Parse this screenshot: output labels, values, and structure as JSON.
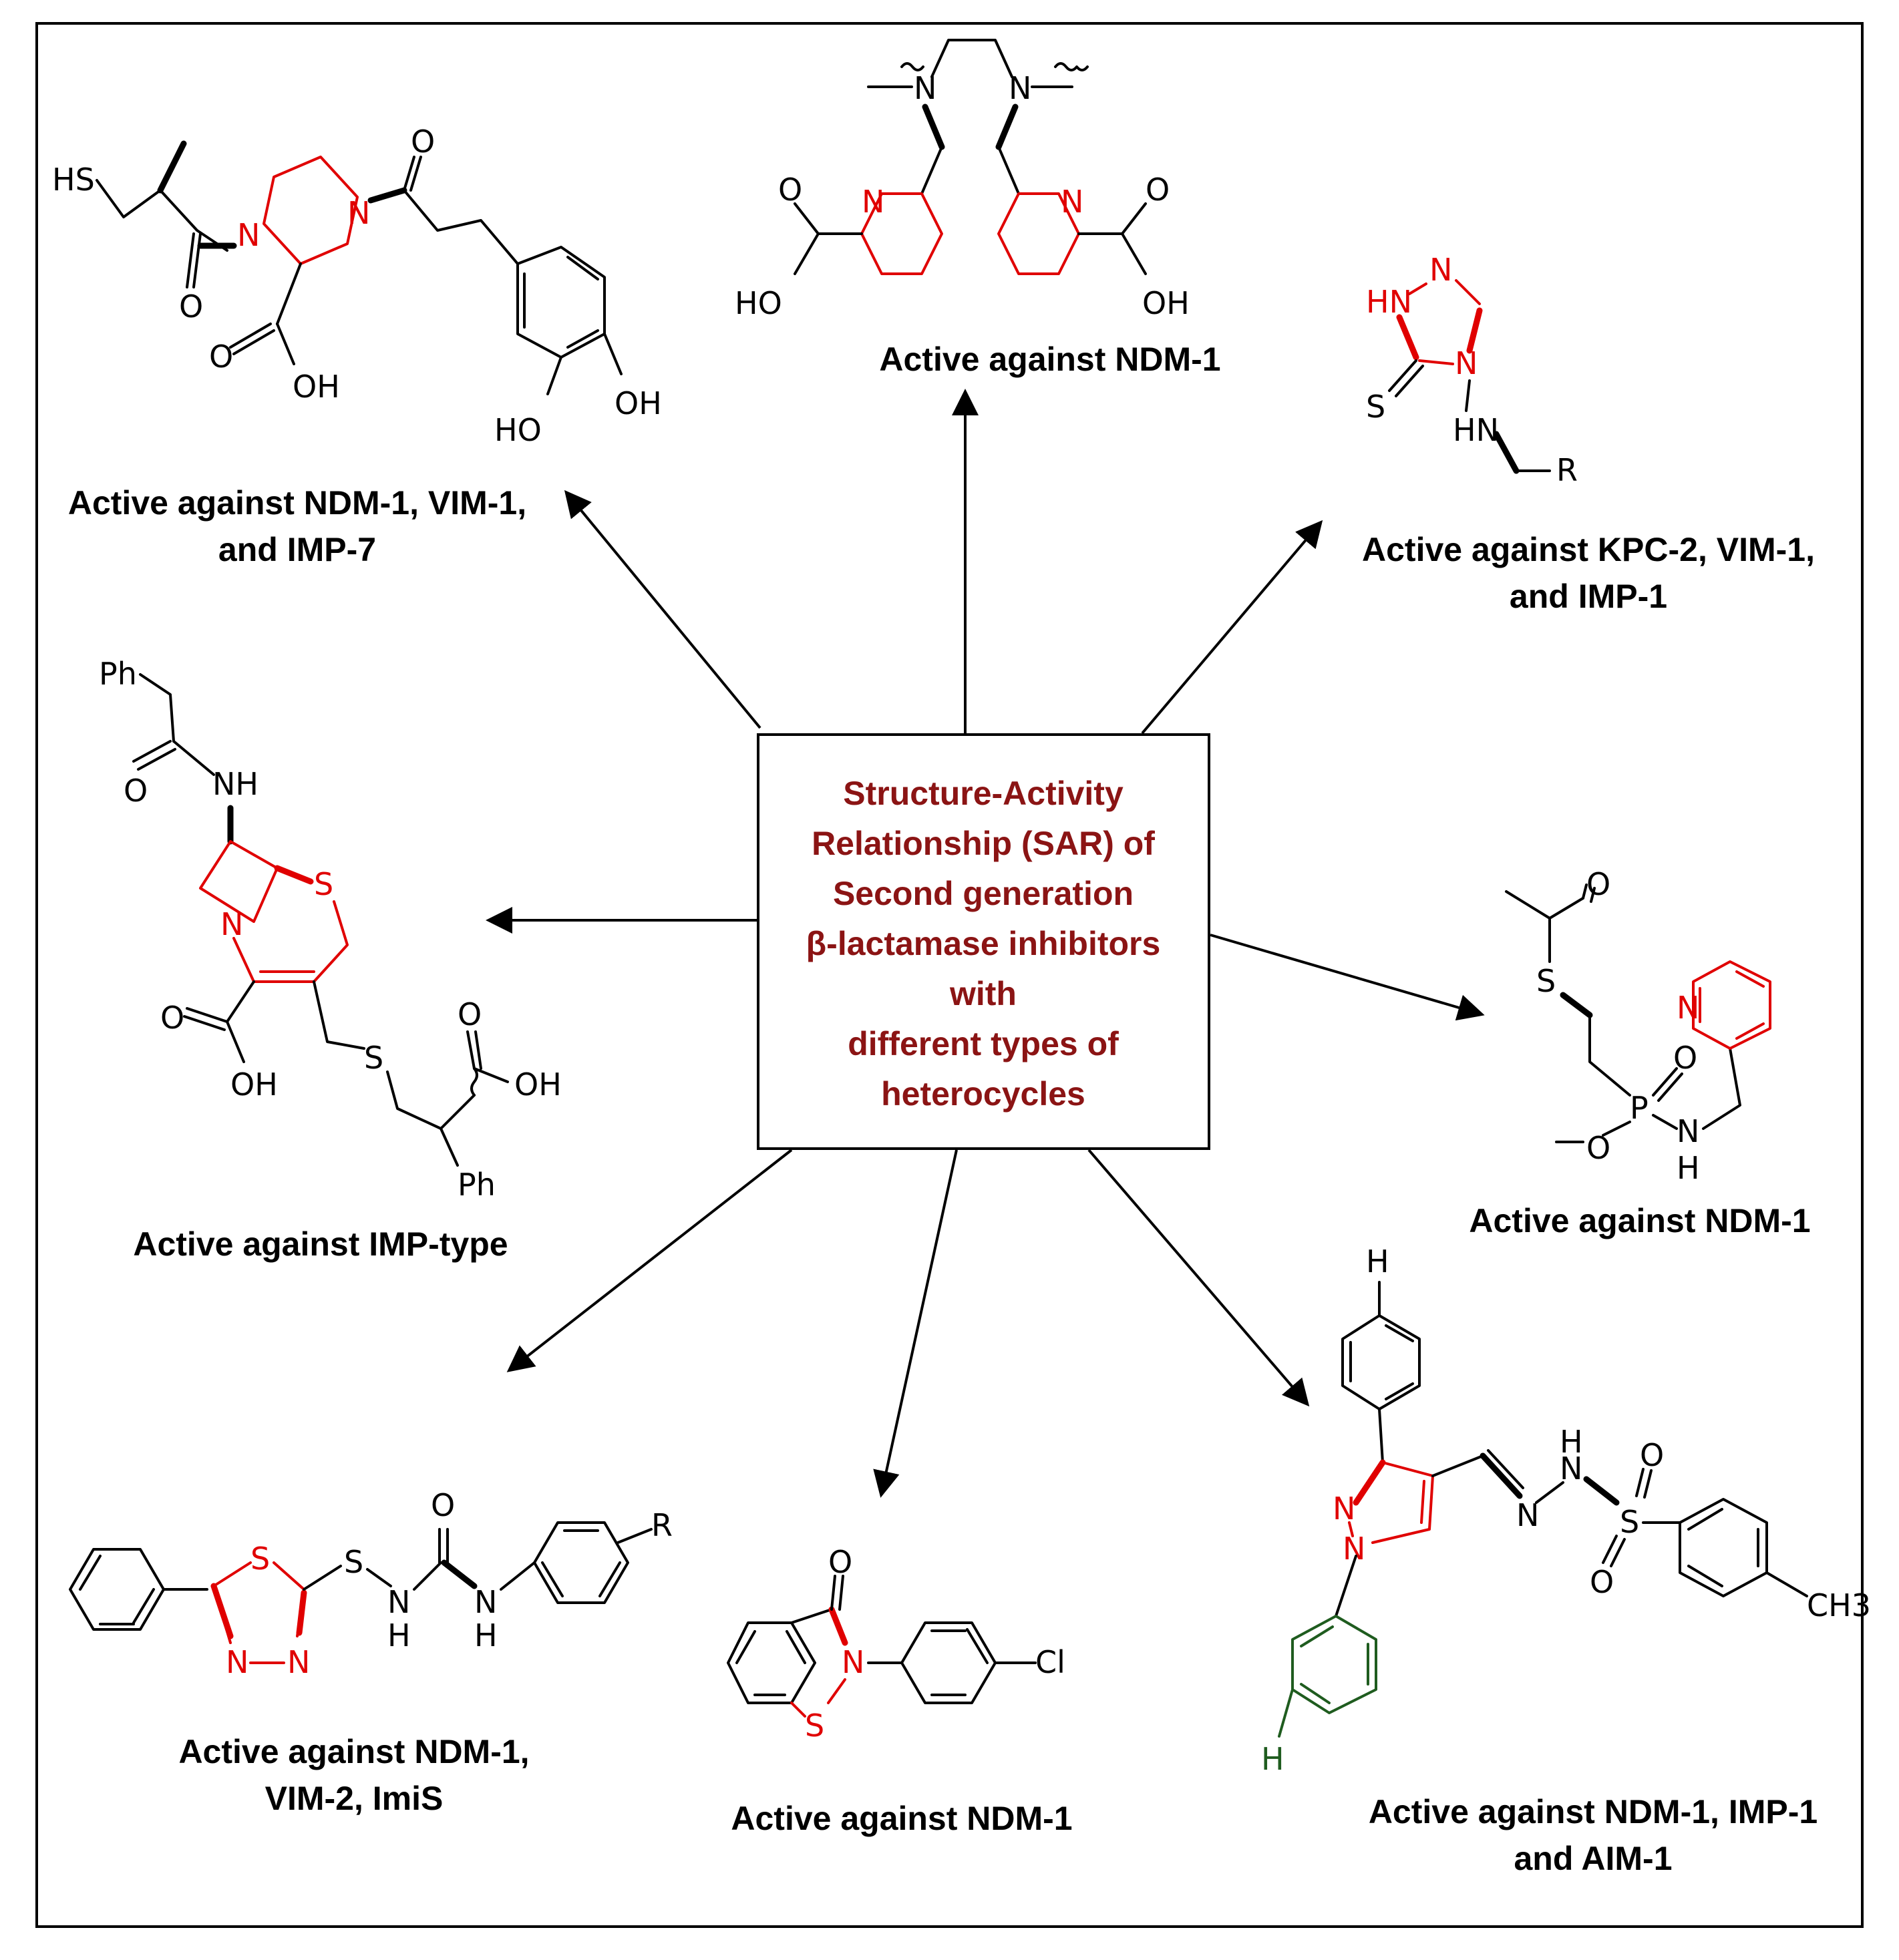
{
  "center": {
    "lines": [
      "Structure-Activity",
      "Relationship (SAR) of",
      "Second generation",
      "β-lactamase inhibitors",
      "with",
      "different types of",
      "heterocycles"
    ]
  },
  "compounds": [
    {
      "id": "piperazine",
      "label_lines": [
        "Active against NDM-1, VIM-1,",
        "and IMP-7"
      ]
    },
    {
      "id": "bispicolinate",
      "label_lines": [
        "Active against NDM-1"
      ]
    },
    {
      "id": "triazolethione",
      "label_lines": [
        "Active against KPC-2, VIM-1,",
        "and IMP-1"
      ]
    },
    {
      "id": "cephalosporin",
      "label_lines": [
        "Active against IMP-type"
      ]
    },
    {
      "id": "phosphonamidate",
      "label_lines": [
        "Active against NDM-1"
      ]
    },
    {
      "id": "thiadiazole",
      "label_lines": [
        "Active against NDM-1,",
        "VIM-2, ImiS"
      ]
    },
    {
      "id": "benzisothiazolone",
      "label_lines": [
        "Active against NDM-1"
      ]
    },
    {
      "id": "pyrazole",
      "label_lines": [
        "Active against NDM-1, IMP-1",
        "and AIM-1"
      ]
    }
  ],
  "atoms": {
    "HS": "HS",
    "O": "O",
    "N": "N",
    "OH": "OH",
    "HO": "HO",
    "HN": "HN",
    "S": "S",
    "R": "R",
    "Ph": "Ph",
    "NH": "NH",
    "H": "H",
    "P": "P",
    "Cl": "Cl",
    "CH3": "CH3"
  },
  "colors": {
    "center_text": "#8b1414",
    "heterocycle": "#e00000",
    "bonds": "#000000",
    "highlight_green": "#1f5c1f"
  }
}
